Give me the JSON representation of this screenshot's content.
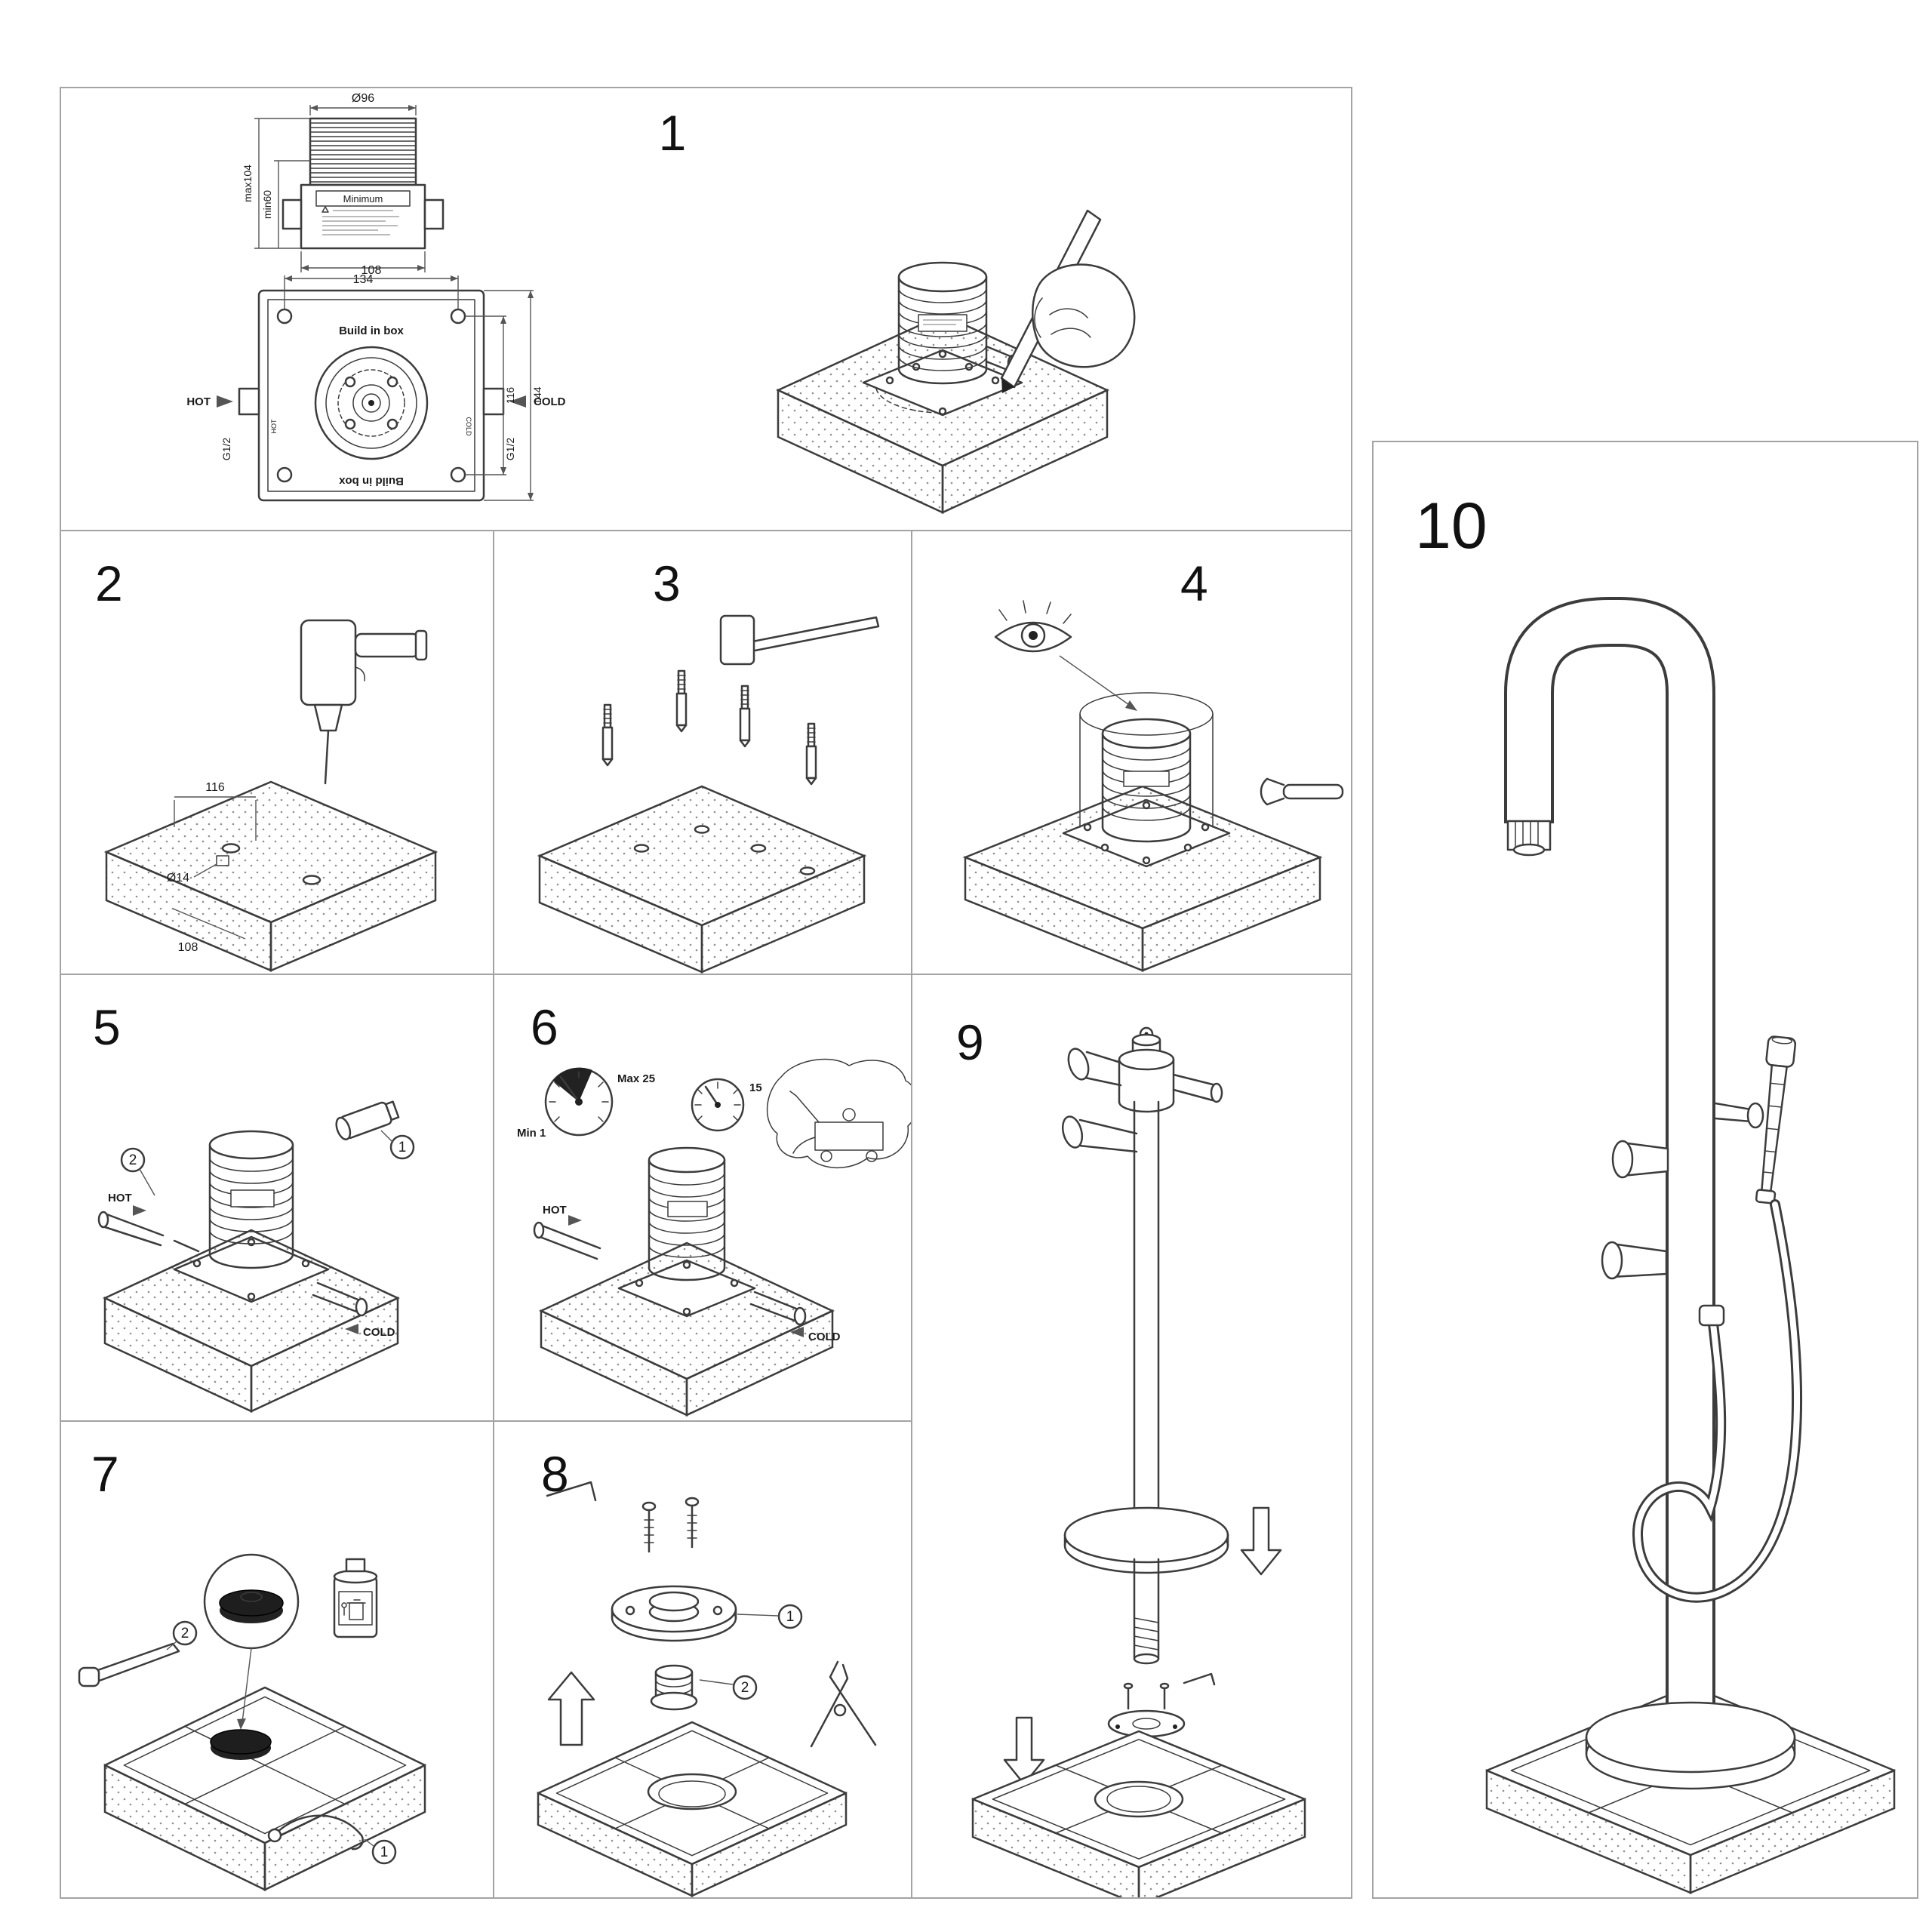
{
  "p1": {
    "num": "1",
    "dia_top": "Ø96",
    "dim_max": "max104",
    "dim_min": "min60",
    "valve_label": "Minimum",
    "dim_134": "134",
    "dim_108": "108",
    "build_in_box": "Build in box",
    "hot": "HOT",
    "cold": "COLD",
    "g_half": "G1/2",
    "dim_116": "116",
    "dim_144": "144"
  },
  "p2": {
    "num": "2",
    "dim_116": "116",
    "dim_hole": "Ø14",
    "dim_108": "108"
  },
  "p3": {
    "num": "3"
  },
  "p4": {
    "num": "4"
  },
  "p5": {
    "num": "5",
    "callout_1": "1",
    "callout_2": "2",
    "hot": "HOT",
    "cold": "COLD"
  },
  "p6": {
    "num": "6",
    "gauge_max": "Max 25",
    "gauge_min": "Min 1",
    "gauge_15": "15",
    "hot": "HOT",
    "cold": "COLD"
  },
  "p7": {
    "num": "7",
    "callout_1": "1",
    "callout_2": "2"
  },
  "p8": {
    "num": "8",
    "callout_1": "1",
    "callout_2": "2"
  },
  "p9": {
    "num": "9"
  },
  "p10": {
    "num": "10"
  }
}
